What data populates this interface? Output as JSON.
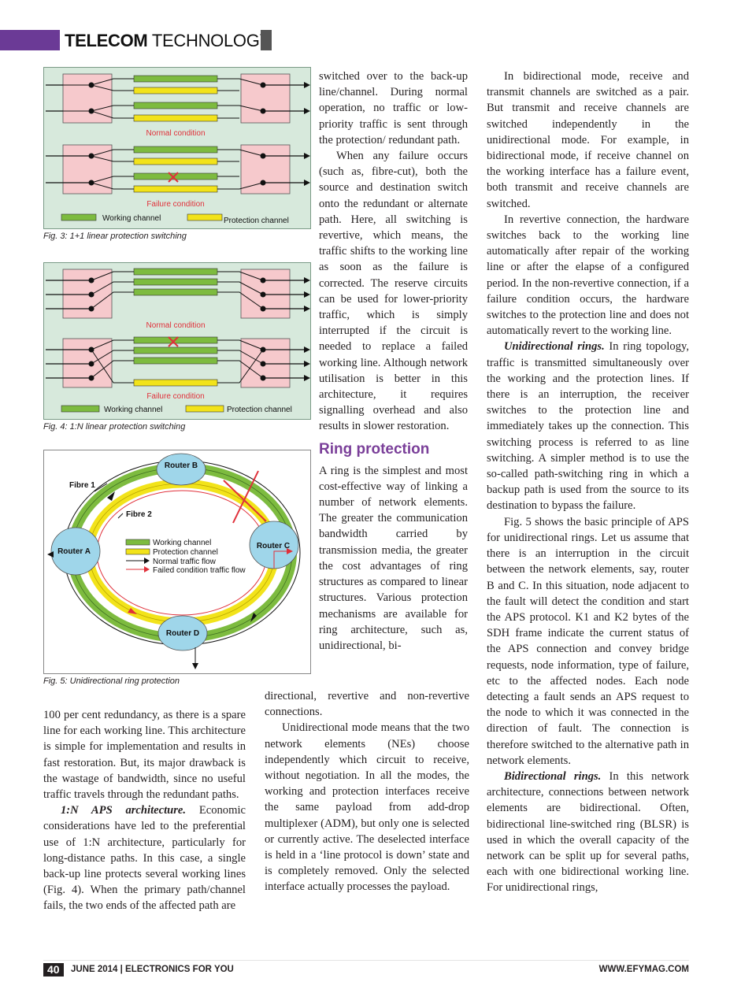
{
  "header": {
    "section_bold": "TELECOM",
    "section_light": "TECHNOLOGY"
  },
  "colors": {
    "accent": "#6b3a96",
    "heading": "#7a3f99",
    "working_channel": "#7dbb3f",
    "protection_channel": "#f2e31a",
    "router": "#9fd6ea",
    "node_box": "#f6c9cc"
  },
  "figures": {
    "fig3": {
      "caption": "Fig. 3: 1+1 linear protection switching",
      "normal_label": "Normal condition",
      "failure_label": "Failure condition",
      "legend_working": "Working channel",
      "legend_protection": "Protection channel"
    },
    "fig4": {
      "caption": "Fig. 4: 1:N linear protection switching",
      "normal_label": "Normal condition",
      "failure_label": "Failure condition",
      "legend_working": "Working channel",
      "legend_protection": "Protection channel"
    },
    "fig5": {
      "caption": "Fig. 5: Unidirectional ring protection",
      "router_a": "Router A",
      "router_b": "Router B",
      "router_c": "Router C",
      "router_d": "Router D",
      "fibre1": "Fibre 1",
      "fibre2": "Fibre 2",
      "legend_working": "Working channel",
      "legend_protection": "Protection channel",
      "legend_normal_flow": "Normal traffic flow",
      "legend_failed_flow": "Failed condition traffic flow"
    }
  },
  "col1": {
    "p1": "100 per cent redundancy, as there is a spare line for each working line. This architecture is simple for implementation and results in fast restoration. But, its major drawback is the wastage of bandwidth, since no useful traffic travels through the redundant paths.",
    "p2_run": "1:N APS architecture.",
    "p2": " Economic considerations have led to the preferential use of 1:N architecture, particularly for long-distance paths. In this case, a single back-up line protects several working lines (Fig. 4). When the primary path/channel fails, the two ends of the affected path are"
  },
  "col2": {
    "p1": "switched over to the back-up line/channel. During normal operation, no traffic or low-priority traffic is sent through the protection/ redundant path.",
    "p2": "When any failure occurs (such as, fibre-cut), both the source and destination switch onto the redundant or alternate path. Here, all switching is revertive, which means, the traffic shifts to the working line as soon as the failure is corrected. The reserve circuits can be used for lower-priority traffic, which is simply interrupted if the circuit is needed to replace a failed working line. Although network utilisation is better in this architecture, it requires signalling overhead and also results in slower restoration.",
    "heading": "Ring protection",
    "p3": "A ring is the simplest and most cost-effective way of linking a number of network elements. The greater the communication bandwidth carried by transmission media, the greater the cost advantages of ring structures as compared to linear structures. Various protection mechanisms are available for ring architecture, such as, unidirectional, bi-",
    "p3_cont": "directional, revertive and non-revertive connections.",
    "p4": "Unidirectional mode means that the two network elements (NEs) choose independently which circuit to receive, without negotiation. In all the modes, the working and protection interfaces receive the same payload from add-drop multiplexer (ADM), but only one is selected or currently active. The deselected interface is held in a ‘line protocol is down’ state and is completely removed. Only the selected interface actually processes the payload."
  },
  "col3": {
    "p1": "In bidirectional mode, receive and transmit channels are switched as a pair. But transmit and receive channels are switched independently in the unidirectional mode. For example, in bidirectional mode, if receive channel on the working interface has a failure event, both transmit and receive channels are switched.",
    "p2": "In revertive connection, the hardware switches back to the working line automatically after repair of the working line or after the elapse of a configured period. In the non-revertive connection, if a failure condition occurs, the hardware switches to the protection line and does not automatically revert to the working line.",
    "p3_run": "Unidirectional rings.",
    "p3": " In ring topology, traffic is transmitted simultaneously over the working and the protection lines. If there is an interruption, the receiver switches to the protection line and immediately takes up the connection. This switching process is referred to as line switching. A simpler method is to use the so-called path-switching ring in which a backup path is used from the source to its destination to bypass the failure.",
    "p4": "Fig. 5 shows the basic principle of APS for unidirectional rings. Let us assume that there is an interruption in the circuit between the network elements, say, router B and C. In this situation, node adjacent to the fault will detect the condition and start the APS protocol. K1 and K2 bytes of the SDH frame indicate the current status of the APS connection and convey bridge requests, node information, type of failure, etc to the affected nodes. Each node detecting a fault sends an APS request to the node to which it was connected in the direction of fault. The connection is therefore switched to the alternative path in network elements.",
    "p5_run": "Bidirectional rings.",
    "p5": " In this network architecture, connections between network elements are bidirectional. Often, bidirectional line-switched ring (BLSR) is used in which the overall capacity of the network can be split up for several paths, each with one bidirectional working line. For unidirectional rings,"
  },
  "footer": {
    "page": "40",
    "issue": "JUNE 2014 | ELECTRONICS FOR YOU",
    "site": "WWW.EFYMAG.COM"
  }
}
